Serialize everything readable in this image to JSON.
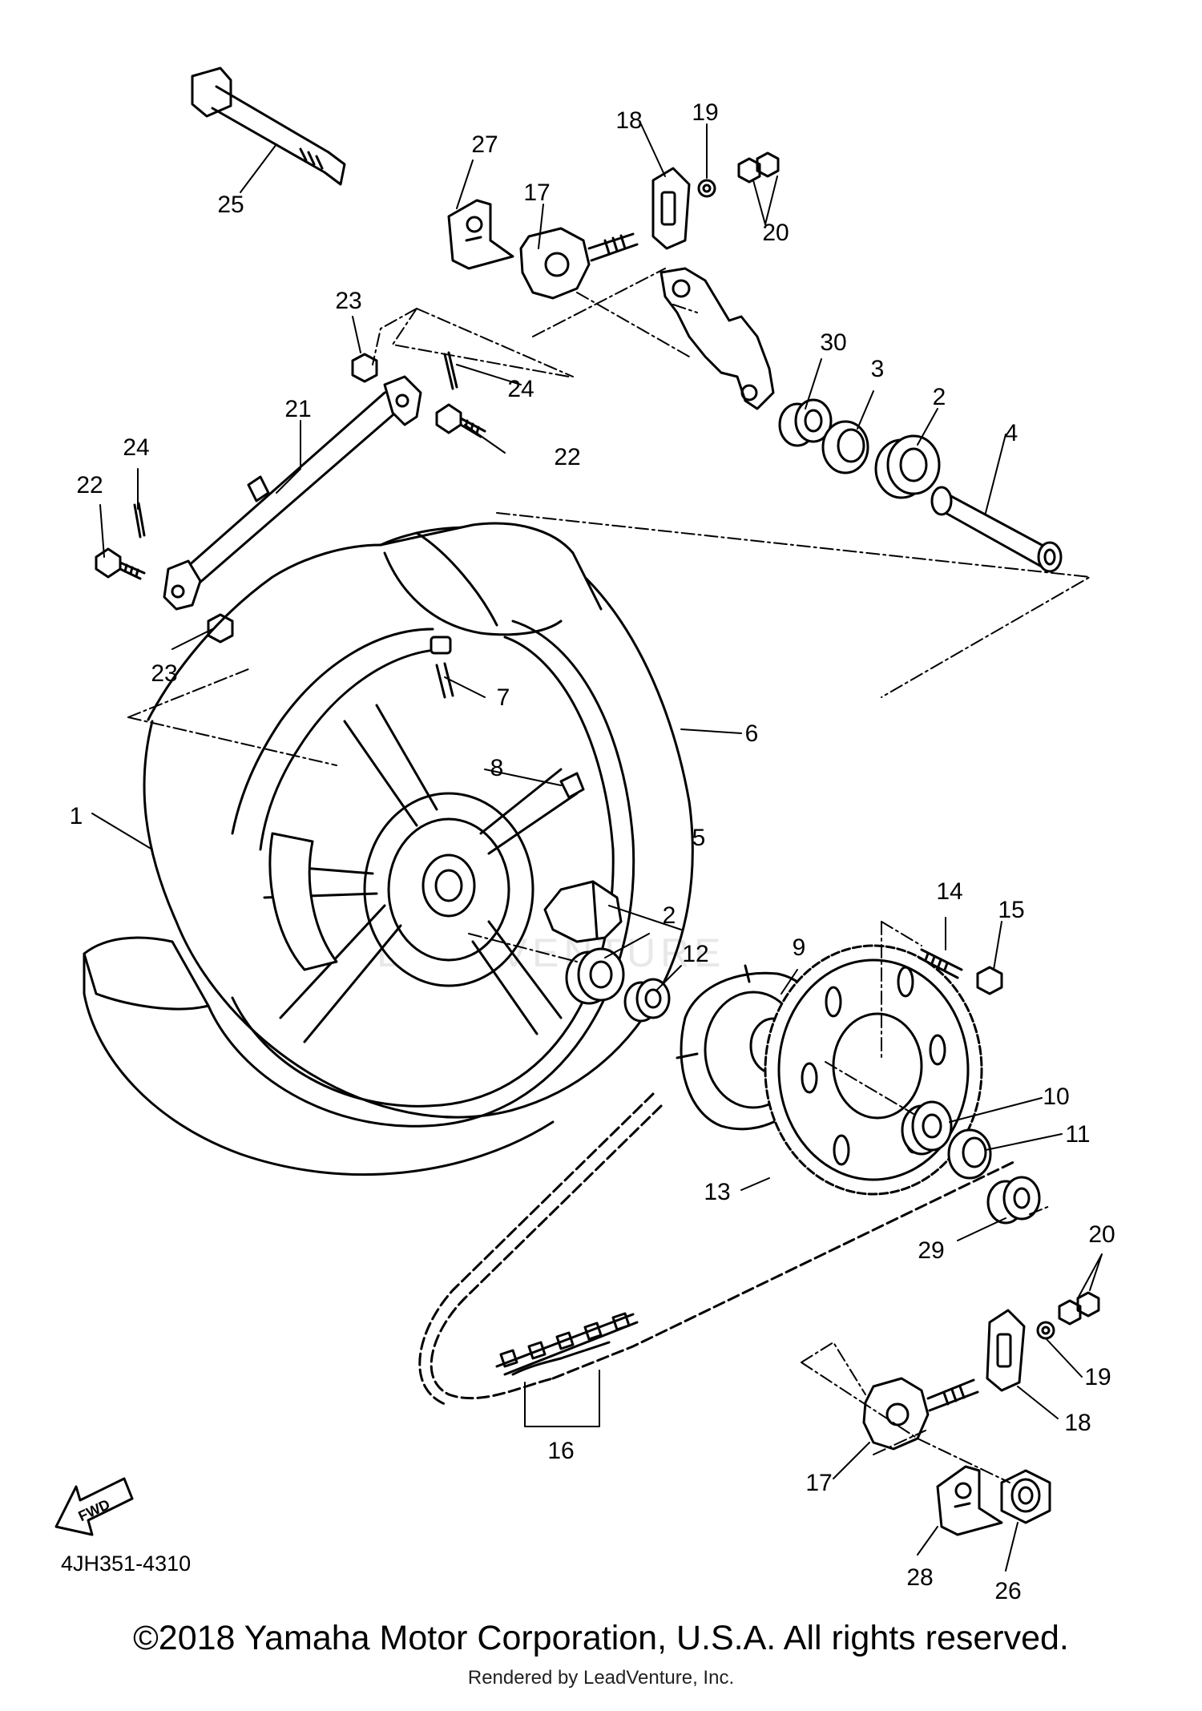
{
  "diagram": {
    "callouts": [
      "1",
      "2",
      "2",
      "3",
      "4",
      "5",
      "6",
      "7",
      "8",
      "9",
      "10",
      "11",
      "12",
      "13",
      "14",
      "15",
      "16",
      "17",
      "17",
      "18",
      "18",
      "19",
      "19",
      "20",
      "20",
      "21",
      "22",
      "22",
      "23",
      "23",
      "24",
      "24",
      "25",
      "26",
      "27",
      "28",
      "29",
      "30"
    ],
    "fwd_label": "FWD",
    "part_code": "4JH351-4310",
    "watermark": "LEADVENTURE"
  },
  "footer": {
    "copyright": "©2018 Yamaha Motor Corporation, U.S.A. All rights reserved.",
    "rendered_by": "Rendered by LeadVenture, Inc."
  }
}
